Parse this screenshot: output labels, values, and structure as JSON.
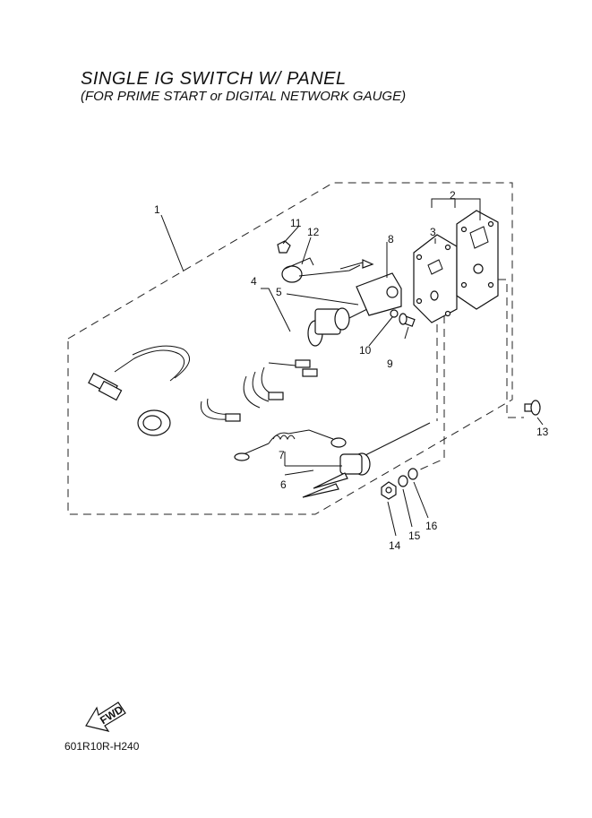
{
  "header": {
    "title": "SINGLE IG SWITCH W/ PANEL",
    "subtitle": "(FOR PRIME START or DIGITAL NETWORK GAUGE)"
  },
  "footer": {
    "code": "601R10R-H240"
  },
  "fwd_label": "FWD",
  "callouts": [
    "1",
    "2",
    "3",
    "4",
    "5",
    "6",
    "7",
    "8",
    "9",
    "10",
    "11",
    "12",
    "13",
    "14",
    "15",
    "16"
  ]
}
